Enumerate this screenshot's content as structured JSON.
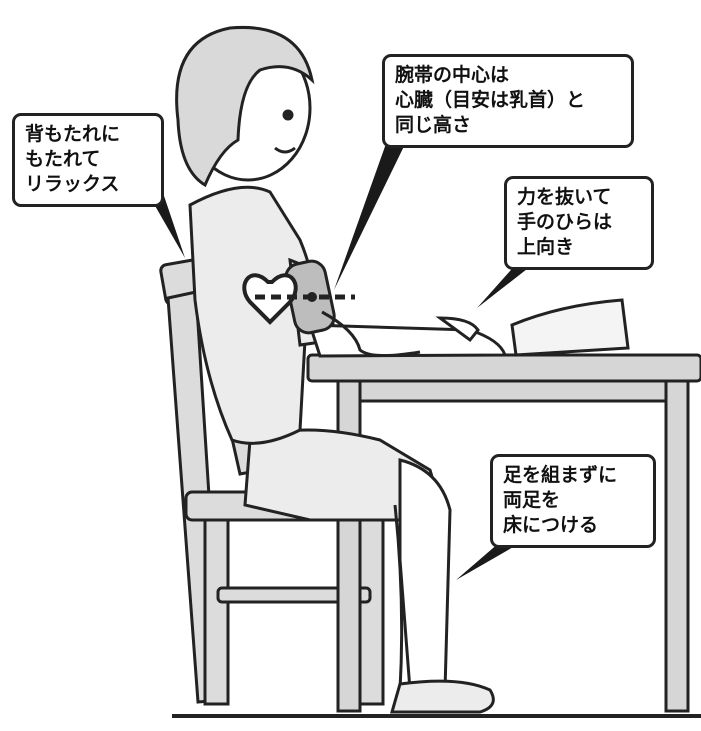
{
  "callouts": {
    "relax": {
      "lines": [
        "背もたれに",
        "もたれて",
        "リラックス"
      ]
    },
    "cuff": {
      "lines": [
        "腕帯の中心は",
        "心臓（目安は乳首）と",
        "同じ高さ"
      ]
    },
    "palm": {
      "lines": [
        "力を抜いて",
        "手のひらは",
        "上向き"
      ]
    },
    "feet": {
      "lines": [
        "足を組まずに",
        "両足を",
        "床につける"
      ]
    }
  },
  "colors": {
    "outline": "#222222",
    "skin": "#ffffff",
    "clothing": "#ececec",
    "hair": "#d9d9d9",
    "chair": "#dcdcdc",
    "table": "#d6d6d6",
    "pointer": "#1a1a1a"
  },
  "icons": {
    "heart": "heart-icon"
  }
}
